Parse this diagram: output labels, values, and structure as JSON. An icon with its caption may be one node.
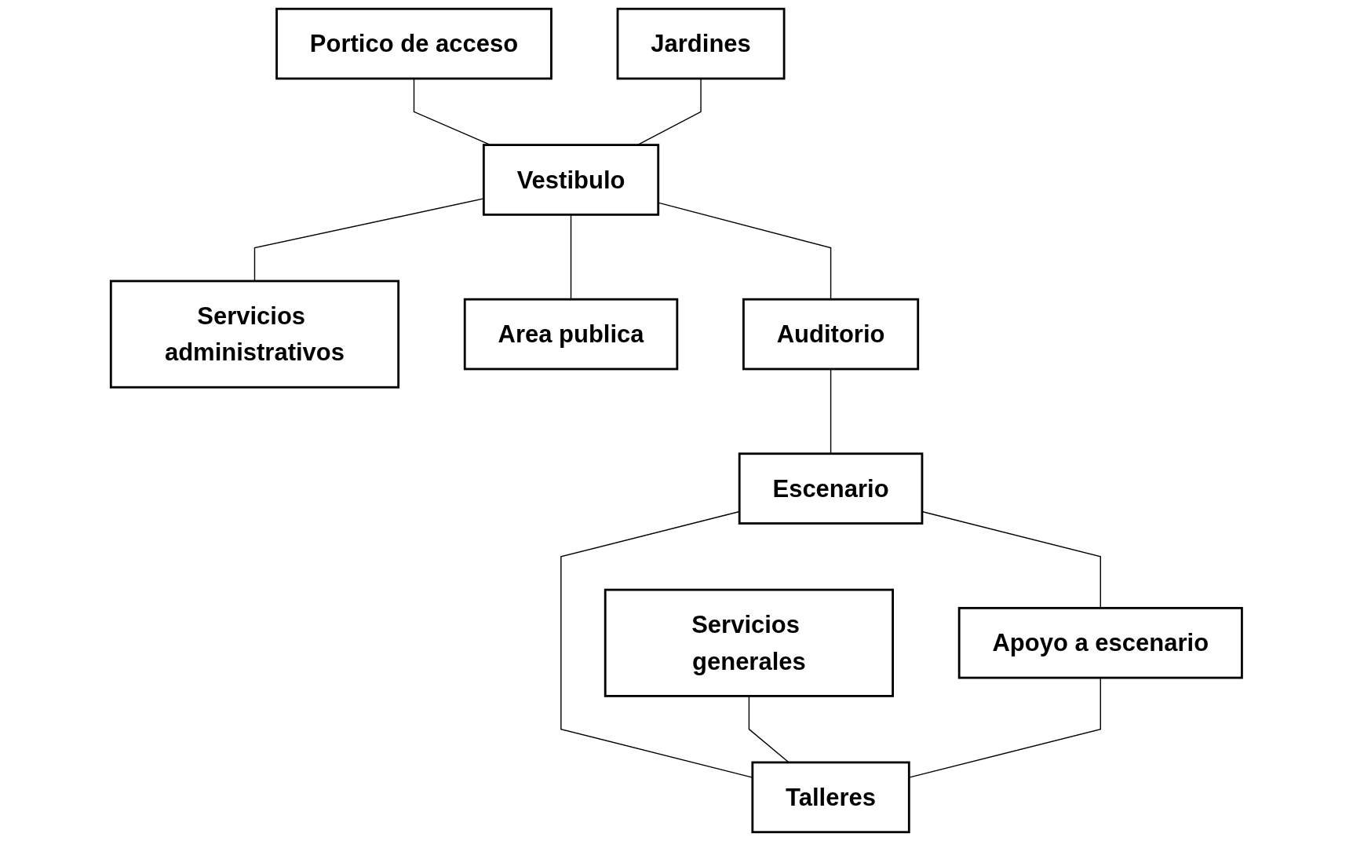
{
  "diagram": {
    "nodes": [
      {
        "text": [
          "Portico de acceso"
        ]
      },
      {
        "text": [
          "Jardines"
        ]
      },
      {
        "text": [
          "Vestibulo"
        ]
      },
      {
        "text": [
          "Servicios administrativos"
        ]
      },
      {
        "text": [
          "Area publica"
        ]
      },
      {
        "text": [
          "Auditorio"
        ]
      },
      {
        "text": [
          "Escenario"
        ]
      },
      {
        "text": [
          "Apoyo a escenario"
        ]
      },
      {
        "text": [
          "Servicios generales"
        ]
      },
      {
        "text": [
          "Talleres"
        ]
      }
    ],
    "edges": [
      {
        "from": 0,
        "to": 2,
        "arrow": "none"
      },
      {
        "from": 1,
        "to": 2,
        "arrow": "none"
      },
      {
        "from": 2,
        "to": 3,
        "arrow": "none"
      },
      {
        "from": 2,
        "to": 4,
        "arrow": "none"
      },
      {
        "from": 2,
        "to": 5,
        "arrow": "none"
      },
      {
        "from": 5,
        "to": 6,
        "arrow": "none"
      },
      {
        "from": 6,
        "to": 7,
        "arrow": "none"
      },
      {
        "from": 6,
        "to": 9,
        "arrow": "none"
      },
      {
        "from": 8,
        "to": 9,
        "arrow": "none"
      },
      {
        "from": 7,
        "to": 9,
        "arrow": "none"
      }
    ]
  }
}
